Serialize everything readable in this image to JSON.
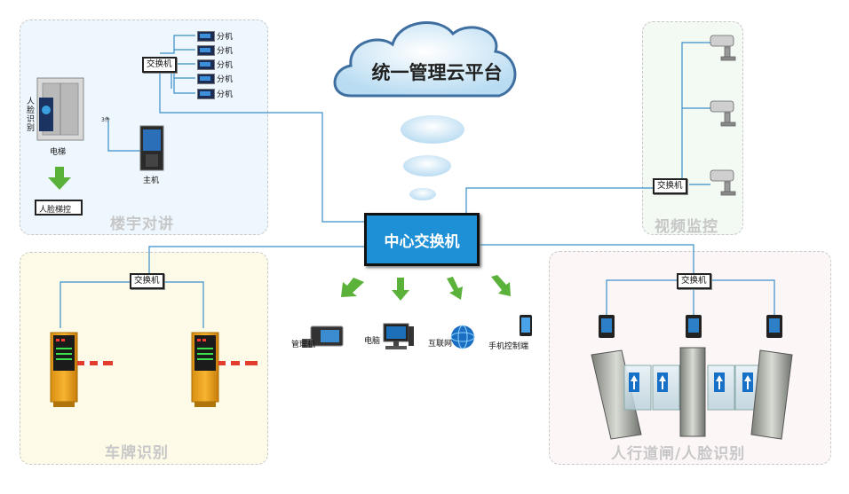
{
  "cloud": {
    "title": "统一管理云平台"
  },
  "center_switch": {
    "label": "中心交换机"
  },
  "building_intercom": {
    "title": "楼宇对讲",
    "switch_label": "交换机",
    "extensions": [
      "分机",
      "分机",
      "分机",
      "分机",
      "分机"
    ],
    "face_recognition_label": "人脸识别",
    "elevator_label": "电梯",
    "wire_label": "3件",
    "host_label": "主机",
    "elevator_control_label": "人脸梯控"
  },
  "video_monitoring": {
    "title": "视频监控",
    "switch_label": "交换机"
  },
  "plate_recognition": {
    "title": "车牌识别",
    "switch_label": "交换机"
  },
  "pedestrian_gate": {
    "title": "人行道闸/人脸识别",
    "switch_label": "交换机"
  },
  "terminals": [
    "管理机",
    "电脑",
    "互联网",
    "手机控制端"
  ],
  "colors": {
    "center_switch": "#1e90d6",
    "arrow_green": "#5bb23a",
    "line": "#3a8fc9"
  }
}
